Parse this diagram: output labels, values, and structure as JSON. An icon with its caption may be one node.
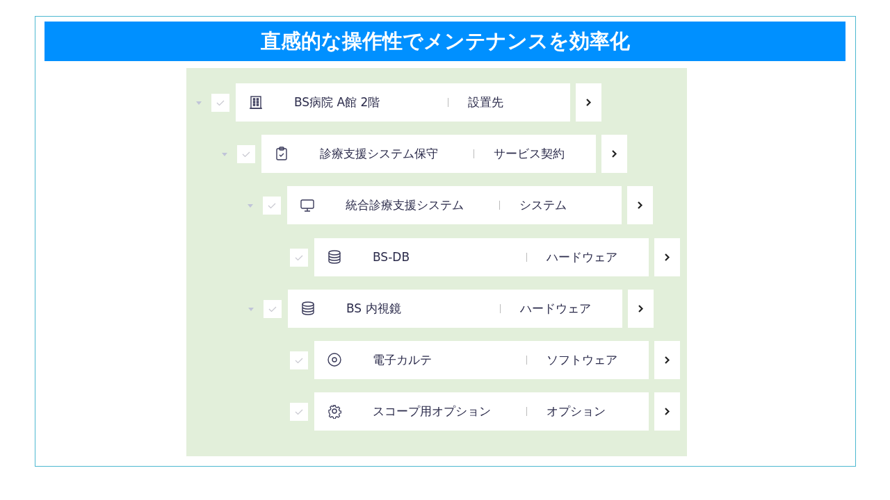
{
  "diagram": {
    "title": "直感的な操作性でメンテナンスを効率化",
    "nodes": [
      {
        "text": [
          "BS病院 A館 2階",
          "設置先"
        ]
      },
      {
        "text": [
          "診療支援システム保守",
          "サービス契約"
        ]
      },
      {
        "text": [
          "統合診療支援システム",
          "システム"
        ]
      },
      {
        "text": [
          "BS-DB",
          "ハードウェア"
        ]
      },
      {
        "text": [
          "BS 内視鏡",
          "ハードウェア"
        ]
      },
      {
        "text": [
          "電子カルテ",
          "ソフトウェア"
        ]
      },
      {
        "text": [
          "スコープ用オプション",
          "オプション"
        ]
      }
    ]
  }
}
